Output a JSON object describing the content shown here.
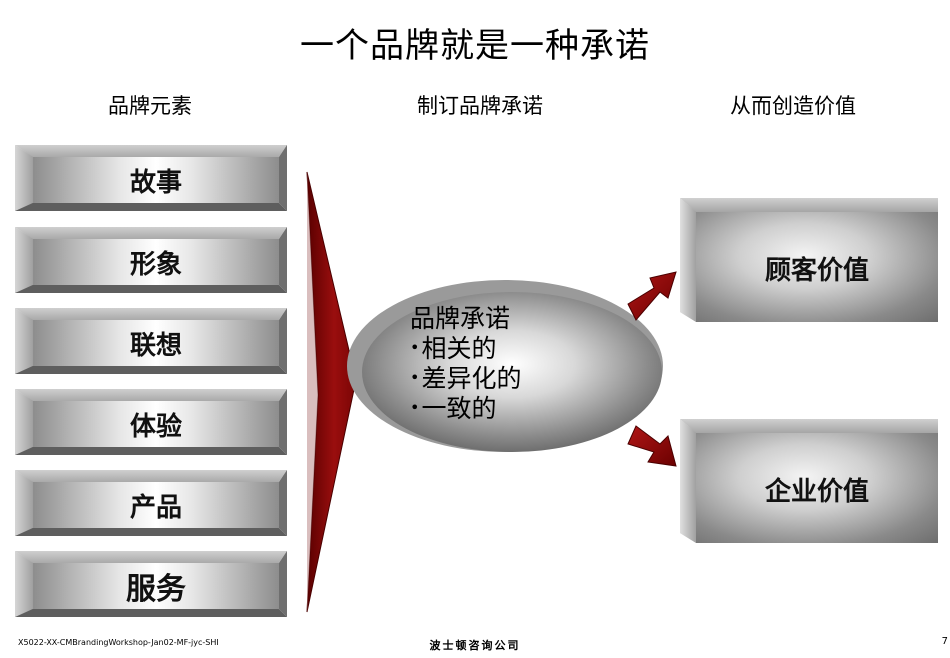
{
  "title": "一个品牌就是一种承诺",
  "columns": {
    "left": "品牌元素",
    "middle": "制订品牌承诺",
    "right": "从而创造价值"
  },
  "elements": [
    "故事",
    "形象",
    "联想",
    "体验",
    "产品",
    "服务"
  ],
  "promise": {
    "heading": "品牌承诺",
    "bullet_char": "•",
    "items": [
      "相关的",
      "差异化的",
      "一致的"
    ]
  },
  "values": [
    "顾客价值",
    "企业价值"
  ],
  "footer": {
    "left": "X5022-XX-CMBrandingWorkshop-Jan02-MF-jyc-SHI",
    "center": "波士顿咨询公司",
    "right": "7"
  },
  "colors": {
    "arrow": "#8b0a0a",
    "arrow_dark": "#5a0000"
  }
}
